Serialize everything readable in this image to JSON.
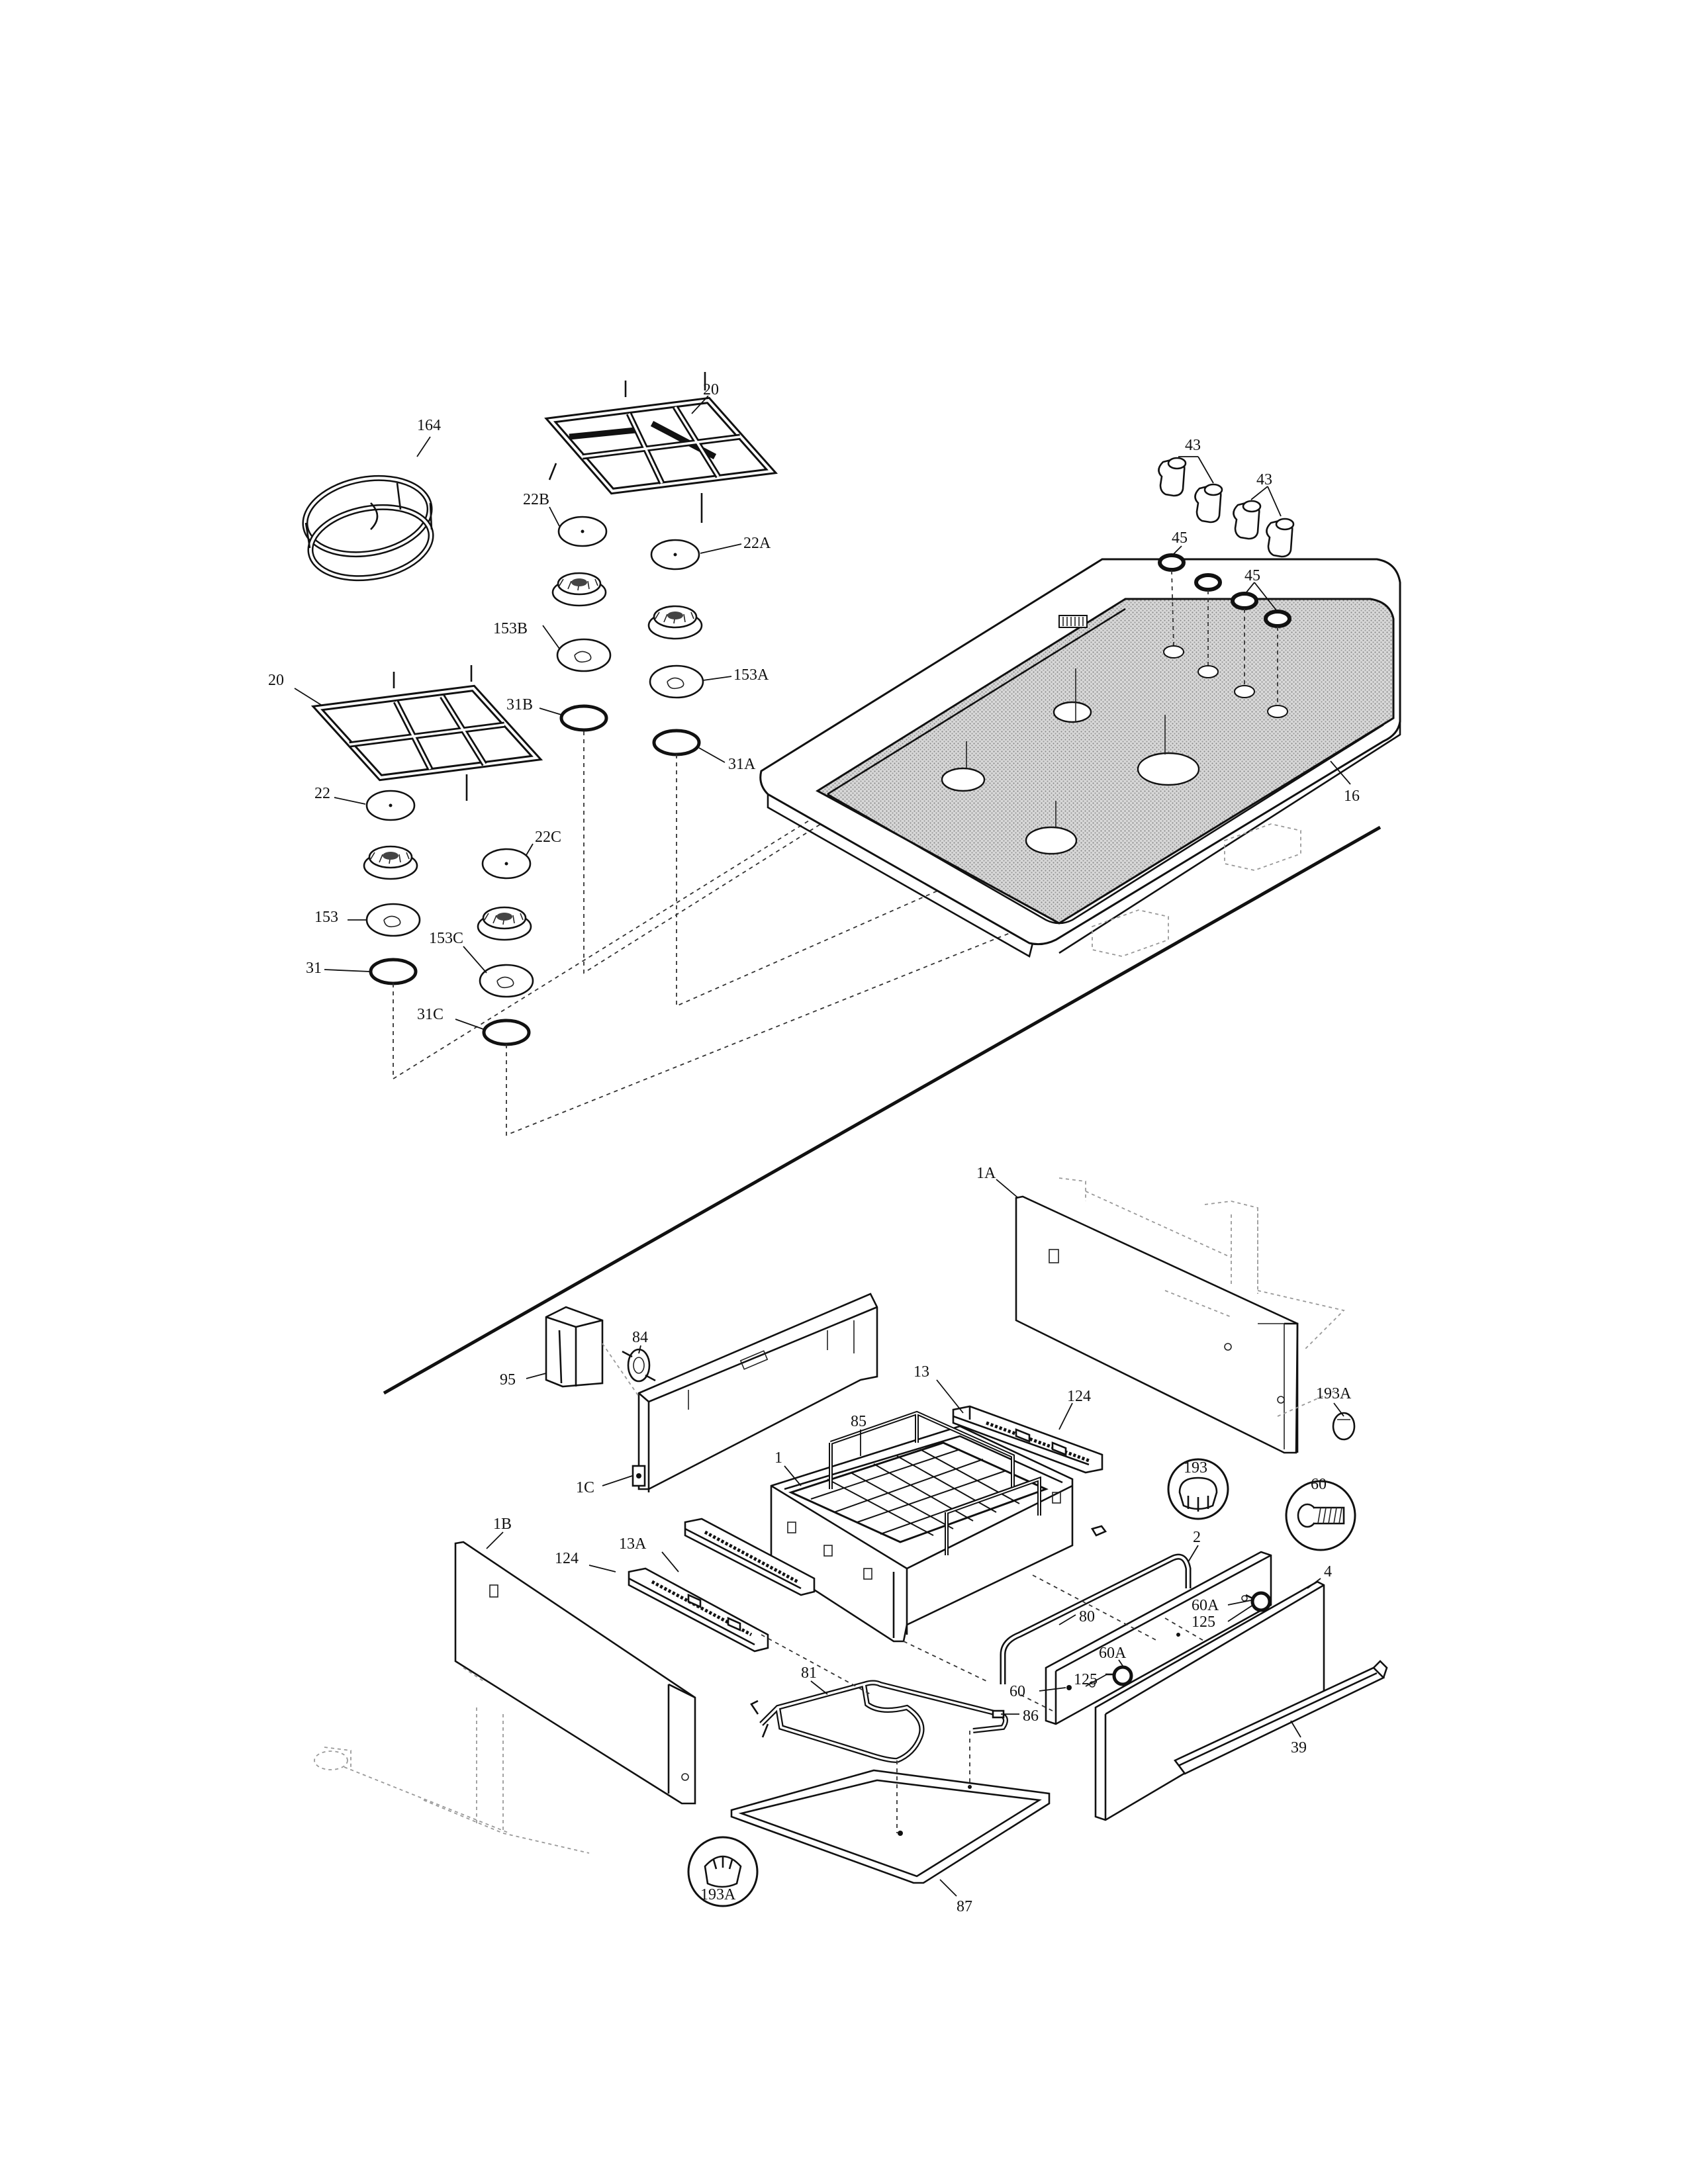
{
  "callouts": [
    {
      "id": "c-164",
      "text": "164"
    },
    {
      "id": "c-20a",
      "text": "20"
    },
    {
      "id": "c-22b",
      "text": "22B"
    },
    {
      "id": "c-22a",
      "text": "22A"
    },
    {
      "id": "c-153b",
      "text": "153B"
    },
    {
      "id": "c-153a",
      "text": "153A"
    },
    {
      "id": "c-31b",
      "text": "31B"
    },
    {
      "id": "c-31a",
      "text": "31A"
    },
    {
      "id": "c-20b",
      "text": "20"
    },
    {
      "id": "c-22",
      "text": "22"
    },
    {
      "id": "c-22c",
      "text": "22C"
    },
    {
      "id": "c-153",
      "text": "153"
    },
    {
      "id": "c-153c",
      "text": "153C"
    },
    {
      "id": "c-31",
      "text": "31"
    },
    {
      "id": "c-31c",
      "text": "31C"
    },
    {
      "id": "c-43a",
      "text": "43"
    },
    {
      "id": "c-43b",
      "text": "43"
    },
    {
      "id": "c-45a",
      "text": "45"
    },
    {
      "id": "c-45b",
      "text": "45"
    },
    {
      "id": "c-16",
      "text": "16"
    },
    {
      "id": "c-1a",
      "text": "1A"
    },
    {
      "id": "c-84",
      "text": "84"
    },
    {
      "id": "c-95",
      "text": "95"
    },
    {
      "id": "c-13",
      "text": "13"
    },
    {
      "id": "c-124a",
      "text": "124"
    },
    {
      "id": "c-85",
      "text": "85"
    },
    {
      "id": "c-1",
      "text": "1"
    },
    {
      "id": "c-1c",
      "text": "1C"
    },
    {
      "id": "c-193a-top",
      "text": "193A"
    },
    {
      "id": "c-193",
      "text": "193"
    },
    {
      "id": "c-60-circ",
      "text": "60"
    },
    {
      "id": "c-1b",
      "text": "1B"
    },
    {
      "id": "c-124b",
      "text": "124"
    },
    {
      "id": "c-13a",
      "text": "13A"
    },
    {
      "id": "c-2",
      "text": "2"
    },
    {
      "id": "c-4",
      "text": "4"
    },
    {
      "id": "c-60a-top",
      "text": "60A"
    },
    {
      "id": "c-125-top",
      "text": "125"
    },
    {
      "id": "c-80",
      "text": "80"
    },
    {
      "id": "c-60a-mid",
      "text": "60A"
    },
    {
      "id": "c-60",
      "text": "60"
    },
    {
      "id": "c-125-mid",
      "text": "125"
    },
    {
      "id": "c-81",
      "text": "81"
    },
    {
      "id": "c-86",
      "text": "86"
    },
    {
      "id": "c-39",
      "text": "39"
    },
    {
      "id": "c-87",
      "text": "87"
    },
    {
      "id": "c-193a-bot",
      "text": "193A"
    }
  ]
}
